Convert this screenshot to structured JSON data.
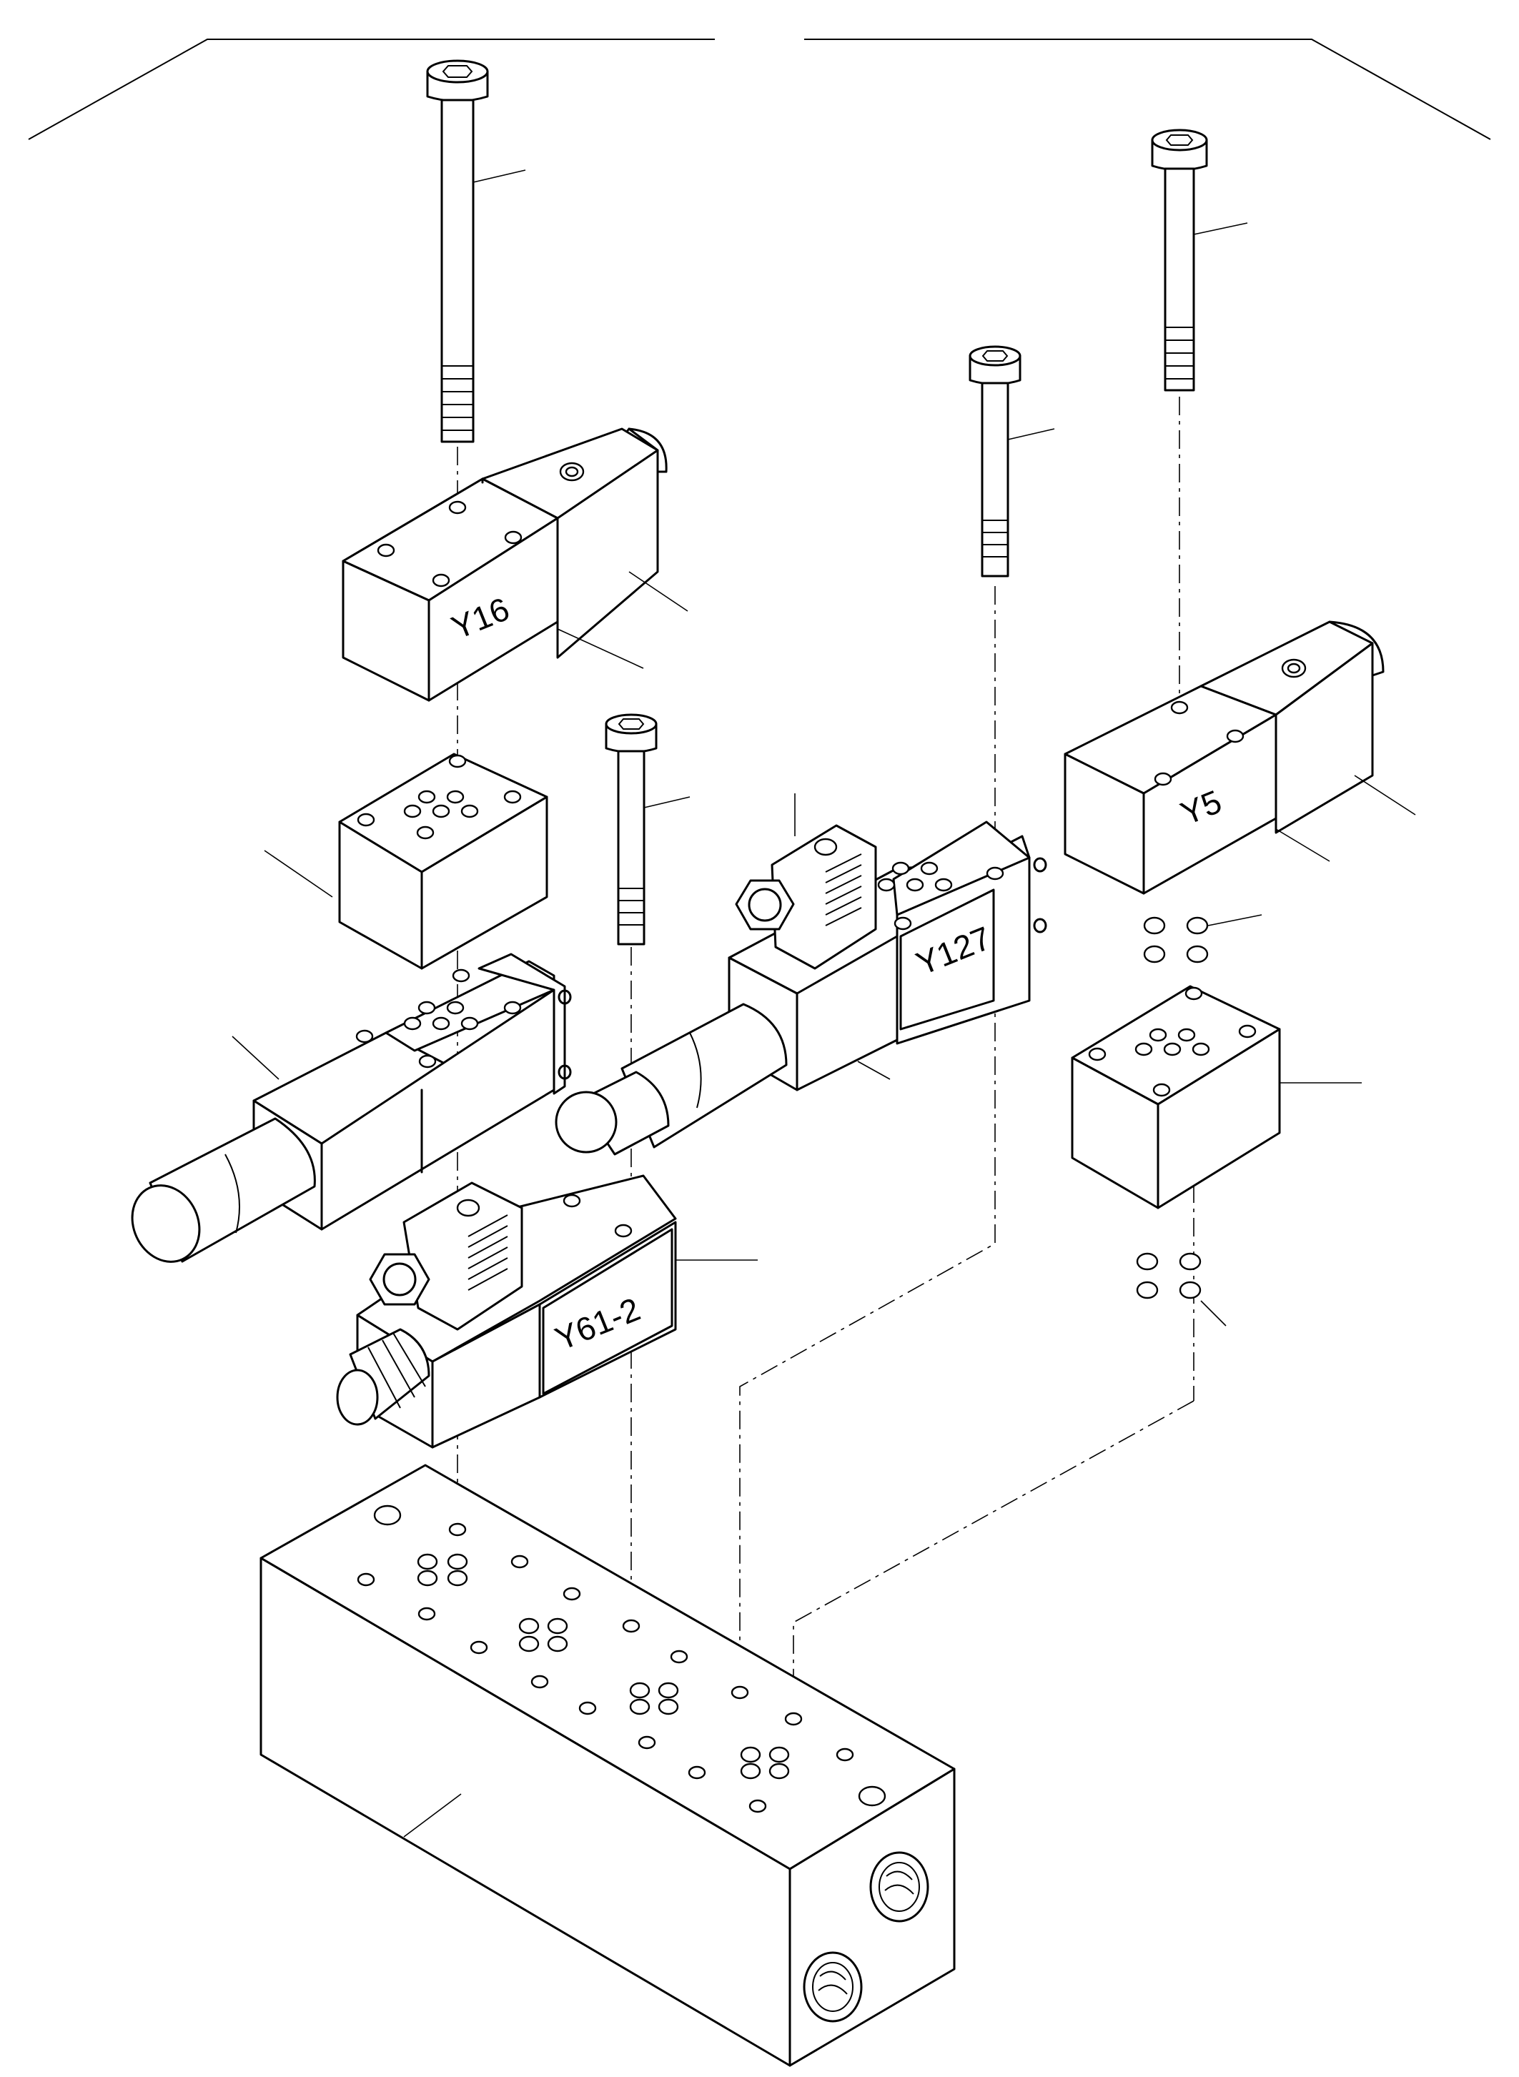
{
  "diagram": {
    "labels": {
      "y16": "Y16",
      "y5": "Y5",
      "y127": "Y127",
      "y61_2": "Y61-2"
    }
  }
}
